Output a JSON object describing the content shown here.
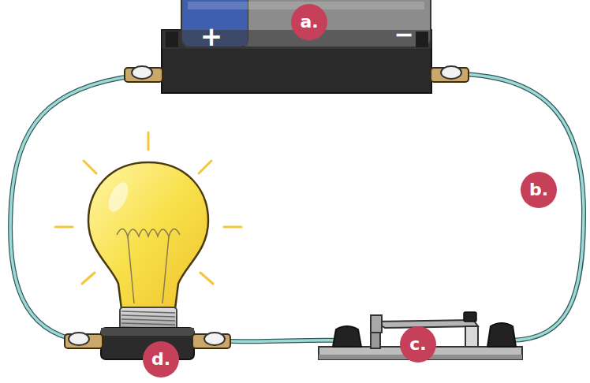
{
  "diagram": {
    "nodes": [
      {
        "text": [
          "a."
        ]
      },
      {
        "text": [
          "b."
        ]
      },
      {
        "text": [
          "c."
        ]
      },
      {
        "text": [
          "d."
        ]
      }
    ],
    "labels": [
      "+",
      "−"
    ]
  }
}
